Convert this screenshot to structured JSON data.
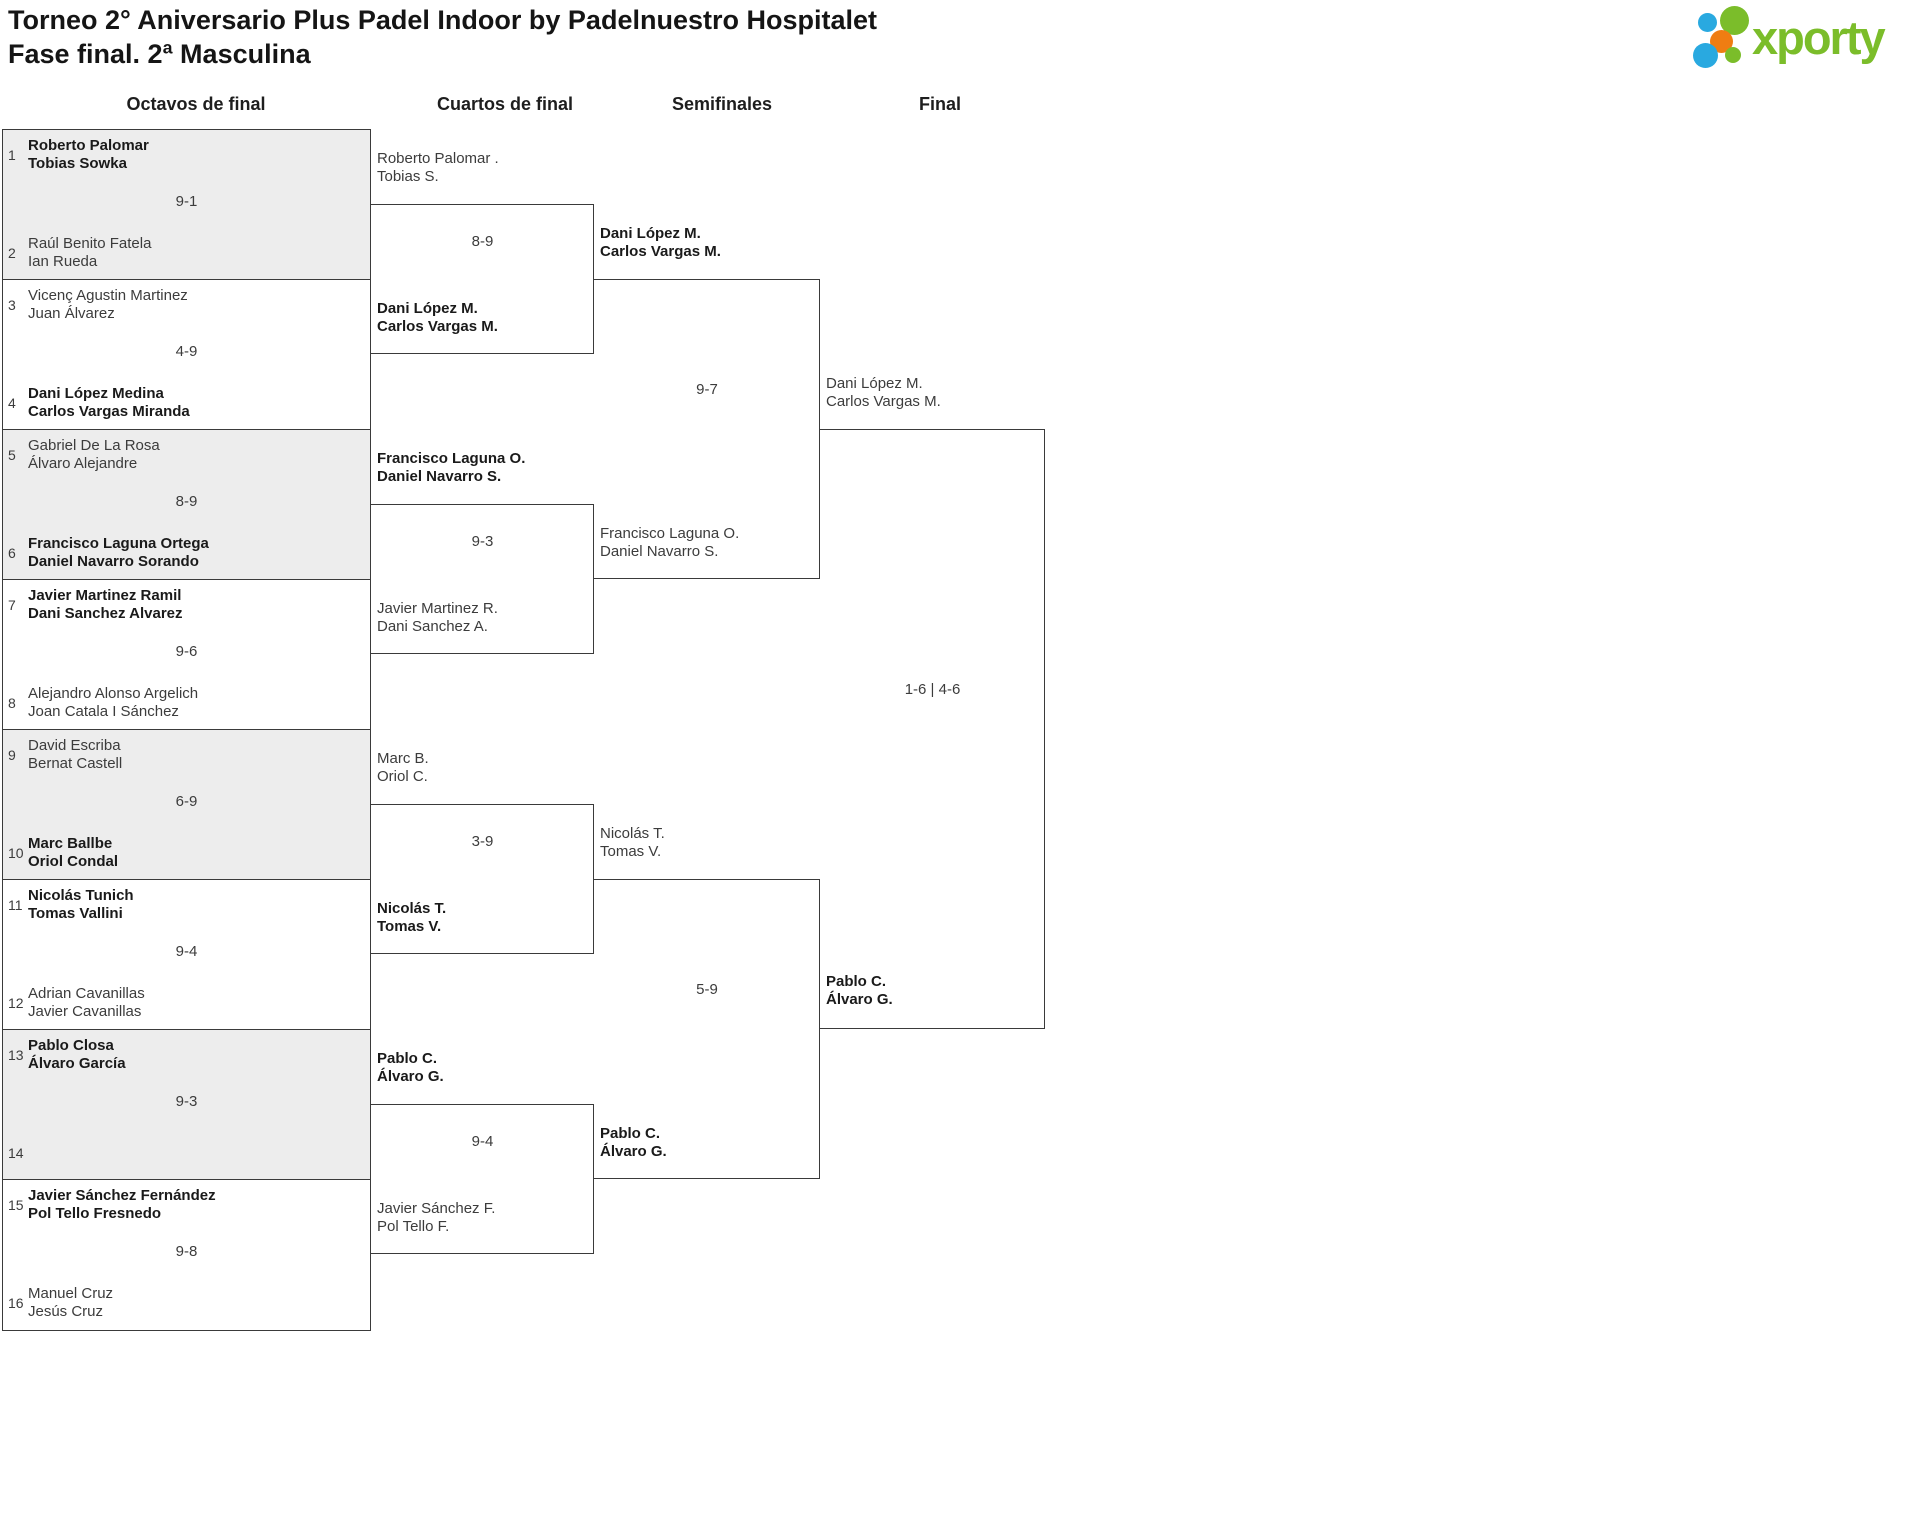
{
  "page": {
    "title": "Torneo 2° Aniversario Plus Padel Indoor by Padelnuestro Hospitalet",
    "subtitle": "Fase final. 2ª Masculina"
  },
  "logo": {
    "text": "xporty",
    "colors": {
      "green": "#7bbd2a",
      "blue": "#29a9e0",
      "orange": "#ef7d12"
    }
  },
  "rounds": [
    "Octavos de final",
    "Cuartos de final",
    "Semifinales",
    "Final"
  ],
  "colors": {
    "line": "#3a3a3a",
    "shaded_match": "#ededed",
    "winner_text": "#1a1a1a",
    "loser_text": "#3c3c3c"
  },
  "r16": [
    {
      "s1": "1",
      "p1a": "Roberto Palomar",
      "p1b": "Tobias Sowka",
      "p1w": true,
      "score": "9-1",
      "s2": "2",
      "p2a": "Raúl Benito Fatela",
      "p2b": "Ian Rueda",
      "p2w": false
    },
    {
      "s1": "3",
      "p1a": "Vicenç Agustin Martinez",
      "p1b": "Juan Álvarez",
      "p1w": false,
      "score": "4-9",
      "s2": "4",
      "p2a": "Dani López Medina",
      "p2b": "Carlos Vargas Miranda",
      "p2w": true
    },
    {
      "s1": "5",
      "p1a": "Gabriel De La Rosa",
      "p1b": "Álvaro Alejandre",
      "p1w": false,
      "score": "8-9",
      "s2": "6",
      "p2a": "Francisco Laguna Ortega",
      "p2b": "Daniel Navarro Sorando",
      "p2w": true
    },
    {
      "s1": "7",
      "p1a": "Javier Martinez Ramil",
      "p1b": "Dani Sanchez Alvarez",
      "p1w": true,
      "score": "9-6",
      "s2": "8",
      "p2a": "Alejandro Alonso Argelich",
      "p2b": "Joan Catala I Sánchez",
      "p2w": false
    },
    {
      "s1": "9",
      "p1a": "David Escriba",
      "p1b": "Bernat Castell",
      "p1w": false,
      "score": "6-9",
      "s2": "10",
      "p2a": "Marc Ballbe",
      "p2b": "Oriol Condal",
      "p2w": true
    },
    {
      "s1": "11",
      "p1a": "Nicolás Tunich",
      "p1b": "Tomas Vallini",
      "p1w": true,
      "score": "9-4",
      "s2": "12",
      "p2a": "Adrian Cavanillas",
      "p2b": "Javier Cavanillas",
      "p2w": false
    },
    {
      "s1": "13",
      "p1a": "Pablo Closa",
      "p1b": "Álvaro García",
      "p1w": true,
      "score": "9-3",
      "s2": "14",
      "p2a": "",
      "p2b": "",
      "p2w": false
    },
    {
      "s1": "15",
      "p1a": "Javier Sánchez Fernández",
      "p1b": "Pol Tello Fresnedo",
      "p1w": true,
      "score": "9-8",
      "s2": "16",
      "p2a": "Manuel Cruz",
      "p2b": "Jesús Cruz",
      "p2w": false
    }
  ],
  "qf": [
    {
      "p1a": "Roberto Palomar .",
      "p1b": "Tobias S.",
      "p1w": false,
      "score": "8-9",
      "p2a": "Dani López M.",
      "p2b": "Carlos Vargas M.",
      "p2w": true
    },
    {
      "p1a": "Francisco Laguna O.",
      "p1b": "Daniel Navarro S.",
      "p1w": true,
      "score": "9-3",
      "p2a": "Javier Martinez R.",
      "p2b": "Dani Sanchez A.",
      "p2w": false
    },
    {
      "p1a": "Marc B.",
      "p1b": "Oriol C.",
      "p1w": false,
      "score": "3-9",
      "p2a": "Nicolás T.",
      "p2b": "Tomas V.",
      "p2w": true
    },
    {
      "p1a": "Pablo C.",
      "p1b": "Álvaro G.",
      "p1w": true,
      "score": "9-4",
      "p2a": "Javier Sánchez F.",
      "p2b": "Pol Tello F.",
      "p2w": false
    }
  ],
  "sf": [
    {
      "p1a": "Dani López M.",
      "p1b": "Carlos Vargas M.",
      "p1w": true,
      "score": "9-7",
      "p2a": "Francisco Laguna O.",
      "p2b": "Daniel Navarro S.",
      "p2w": false
    },
    {
      "p1a": "Nicolás T.",
      "p1b": "Tomas V.",
      "p1w": false,
      "score": "5-9",
      "p2a": "Pablo C.",
      "p2b": "Álvaro G.",
      "p2w": true
    }
  ],
  "final": {
    "p1a": "Dani López M.",
    "p1b": "Carlos Vargas M.",
    "p1w": false,
    "score": "1-6 | 4-6",
    "p2a": "Pablo C.",
    "p2b": "Álvaro G.",
    "p2w": true
  }
}
